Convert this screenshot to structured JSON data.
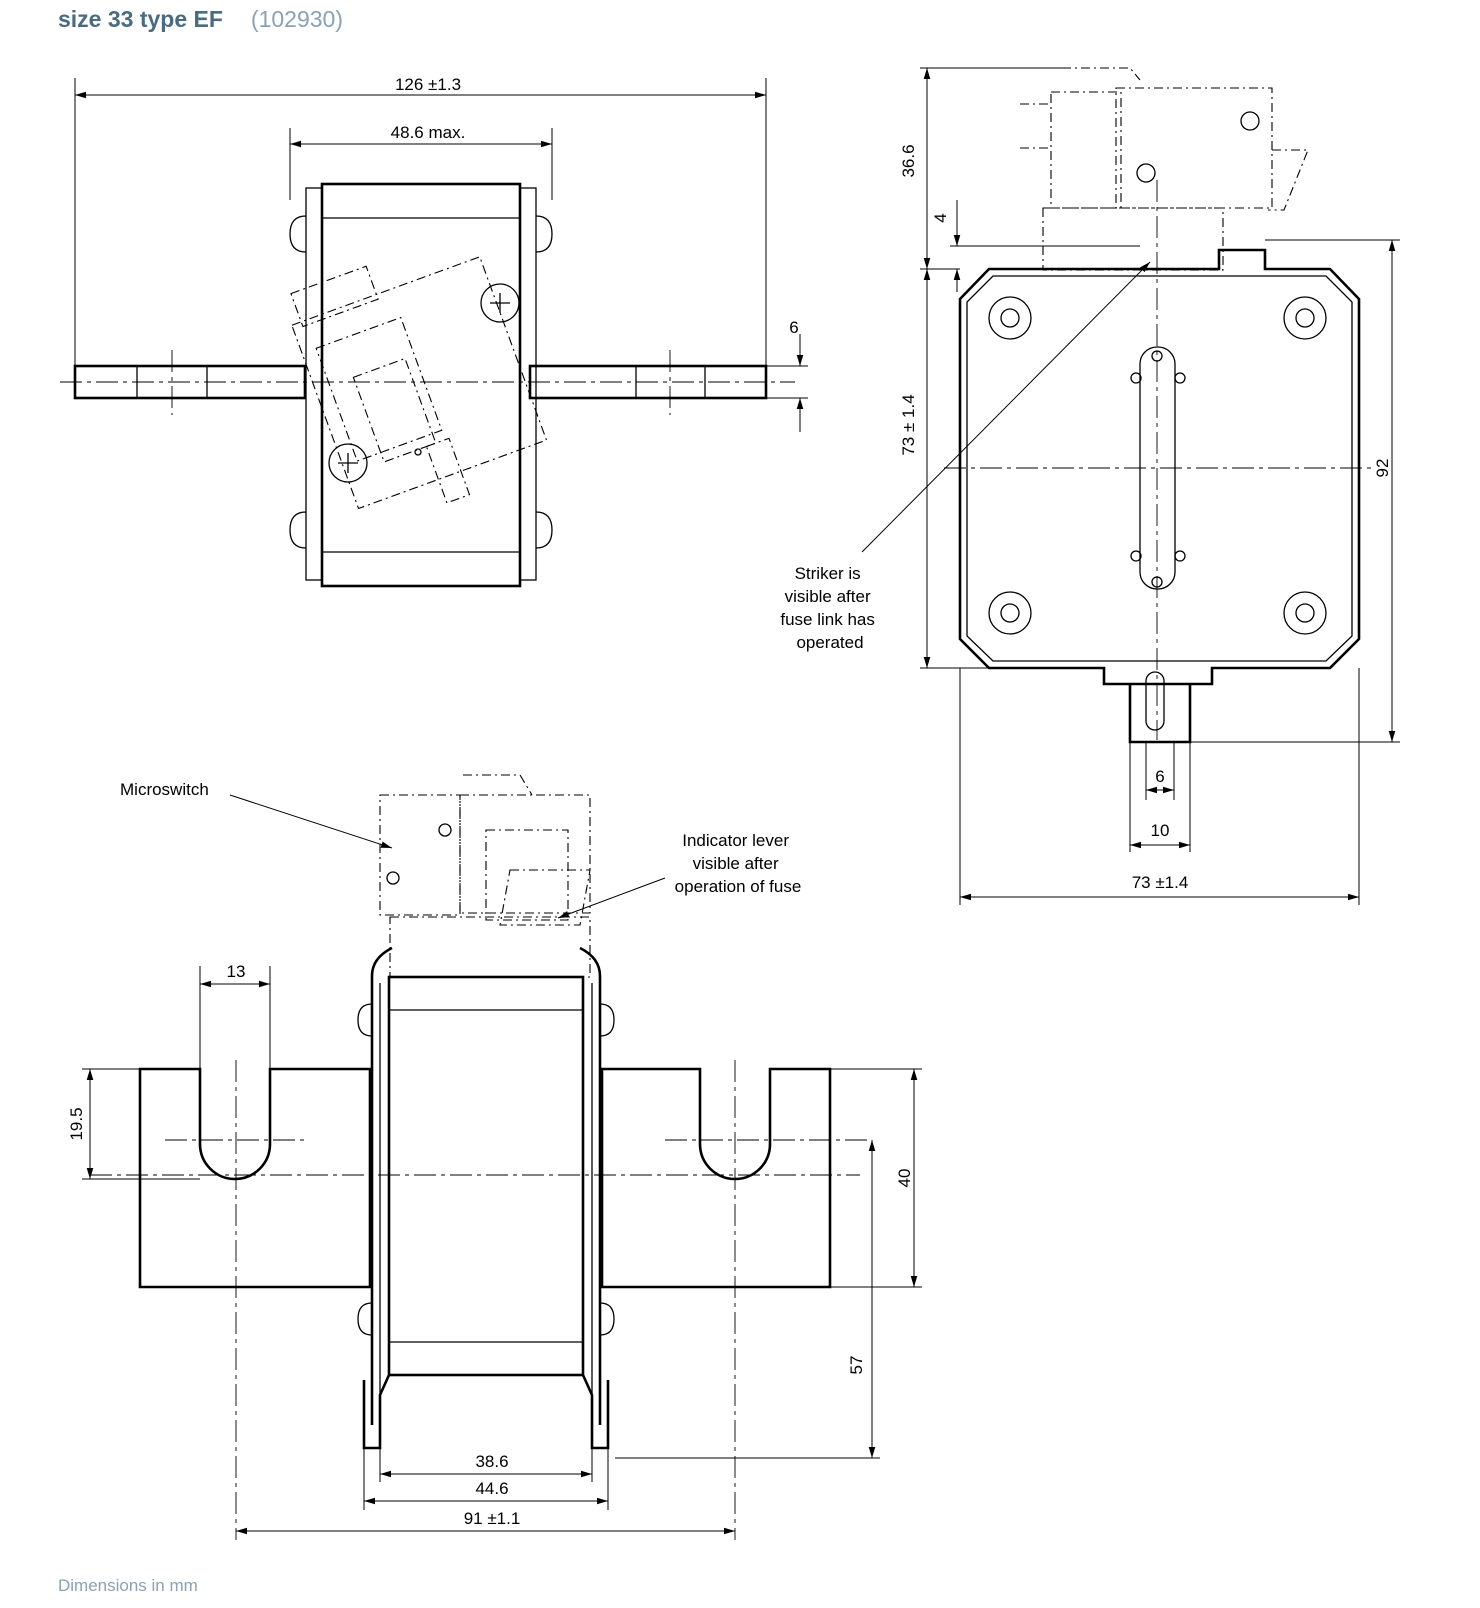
{
  "header": {
    "title": "size 33 type EF",
    "code": "(102930)"
  },
  "footer": {
    "units_note": "Dimensions in mm"
  },
  "top_view": {
    "overall_length": "126 ±1.3",
    "body_width": "48.6 max.",
    "tag_thickness": "6"
  },
  "side_view": {
    "microswitch_height": "36.6",
    "indicator_offset": "4",
    "body_height": "73 ± 1.4",
    "overall_height": "92",
    "slot_width": "6",
    "tab_width": "10",
    "body_width": "73 ±1.4",
    "striker_note": [
      "Striker is",
      "visible after",
      "fuse link has",
      "operated"
    ]
  },
  "front_view": {
    "microswitch_label": "Microswitch",
    "indicator_note": [
      "Indicator lever",
      "visible after",
      "operation of fuse"
    ],
    "slot_width": "13",
    "slot_depth": "19.5",
    "tag_height": "40",
    "centre_height": "57",
    "inner_width": "38.6",
    "outer_width": "44.6",
    "centre_distance": "91 ±1.1"
  }
}
